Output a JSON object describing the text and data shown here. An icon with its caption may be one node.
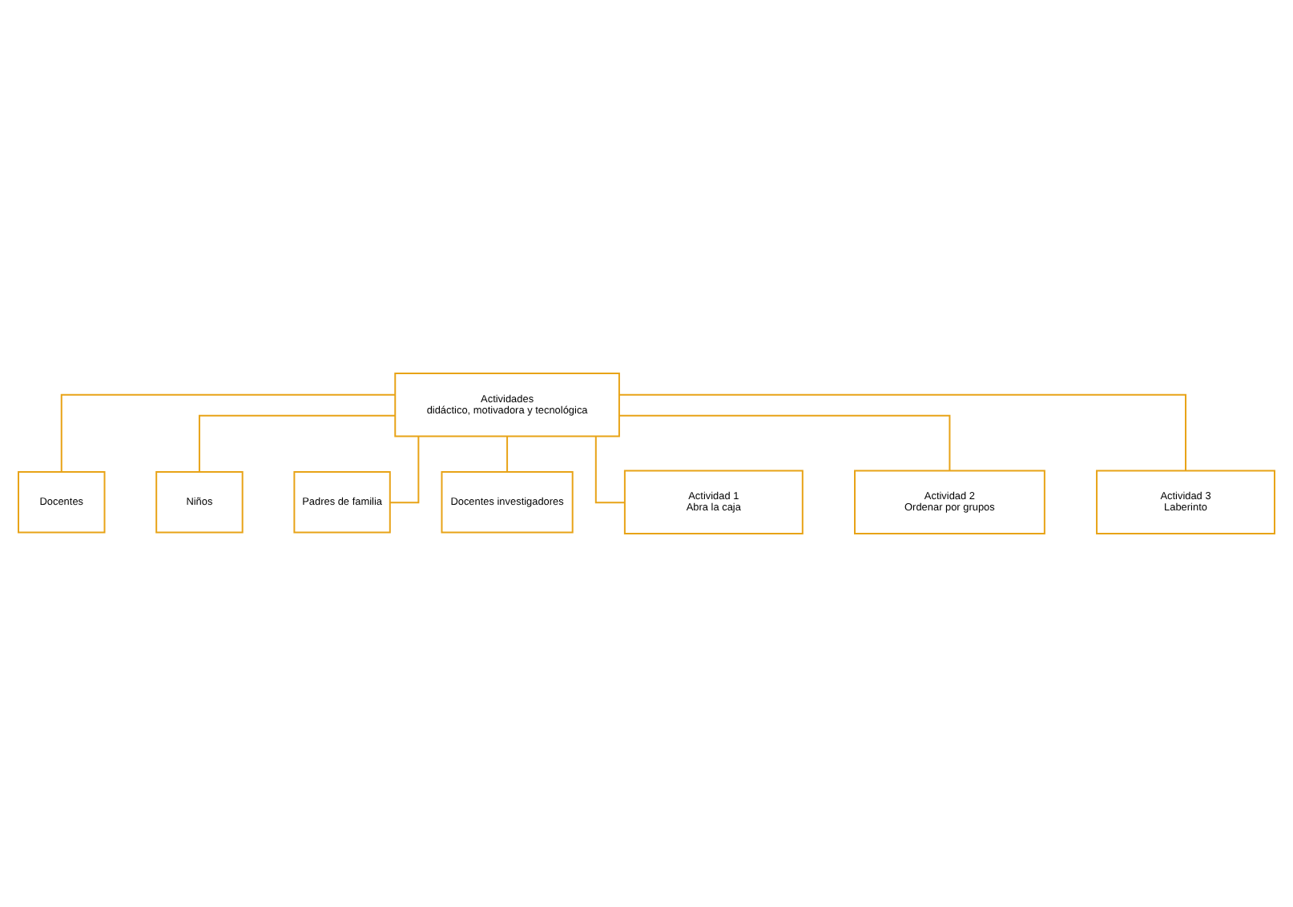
{
  "diagram": {
    "nodes": [
      {
        "text": [
          "Actividades",
          "didáctico, motivadora y tecnológica"
        ]
      },
      {
        "text": [
          "Docentes"
        ]
      },
      {
        "text": [
          "Niños"
        ]
      },
      {
        "text": [
          "Padres de familia"
        ]
      },
      {
        "text": [
          "Docentes investigadores"
        ]
      },
      {
        "text": [
          "Actividad 1",
          "Abra la caja"
        ]
      },
      {
        "text": [
          "Actividad 2",
          "Ordenar por grupos"
        ]
      },
      {
        "text": [
          "Actividad 3",
          "Laberinto"
        ]
      }
    ],
    "edges": [
      {
        "from": 0,
        "to": 1,
        "arrow": "none"
      },
      {
        "from": 0,
        "to": 2,
        "arrow": "none"
      },
      {
        "from": 0,
        "to": 3,
        "arrow": "none"
      },
      {
        "from": 0,
        "to": 4,
        "arrow": "none"
      },
      {
        "from": 0,
        "to": 5,
        "arrow": "none"
      },
      {
        "from": 0,
        "to": 6,
        "arrow": "none"
      },
      {
        "from": 0,
        "to": 7,
        "arrow": "none"
      }
    ]
  }
}
